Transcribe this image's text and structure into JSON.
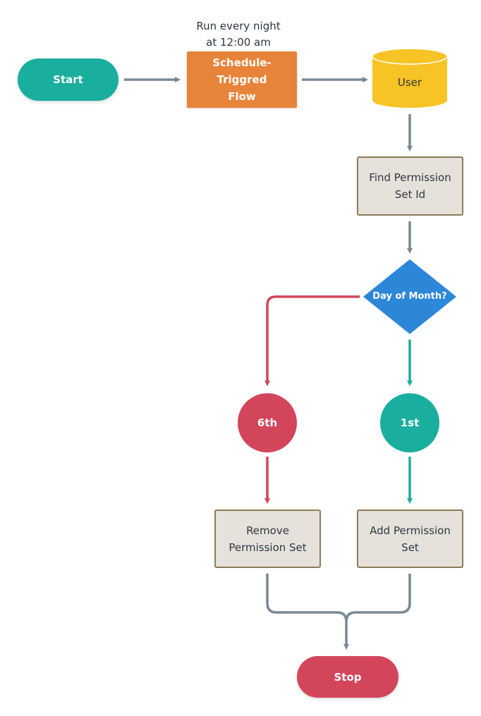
{
  "nodes": {
    "start": "Start",
    "schedule": "Schedule-Triggred Flow",
    "schedule_note_line1": "Run every night",
    "schedule_note_line2": "at 12:00 am",
    "user": "User",
    "find": "Find Permission Set Id",
    "decision": "Day of Month?",
    "sixth": "6th",
    "first": "1st",
    "remove": "Remove Permission Set",
    "add": "Add Permission Set",
    "stop": "Stop"
  },
  "colors": {
    "teal": "#1AAE9F",
    "orange": "#E8833A",
    "yellow": "#F7C325",
    "blue": "#2D87D9",
    "red": "#D3455B",
    "connector": "#788896"
  }
}
